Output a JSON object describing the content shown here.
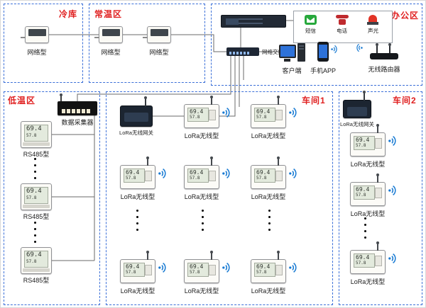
{
  "zones": {
    "cold": {
      "title": "冷库"
    },
    "normal": {
      "title": "常温区"
    },
    "office": {
      "title": "办公区"
    },
    "low": {
      "title": "低温区"
    },
    "ws1": {
      "title": "车间1"
    },
    "ws2": {
      "title": "车间2"
    }
  },
  "labels": {
    "net_sensor": "网络型",
    "rs485_sensor": "RS485型",
    "lora_sensor": "LoRa无线型",
    "lora_gateway": "LoRa无线网关",
    "collector": "数据采集器",
    "switch": "网络交换机",
    "client": "客户端",
    "phone_app": "手机APP",
    "router": "无线路由器",
    "sms": "短信",
    "telephone": "电话",
    "sound_light": "声光",
    "lcd_top": "69.4",
    "lcd_bottom": "57.8"
  },
  "colors": {
    "zone_border": "#3a6fd8",
    "zone_title": "#e01f1f",
    "signal_blue": "#1478d2",
    "line": "#6a6a6a"
  }
}
